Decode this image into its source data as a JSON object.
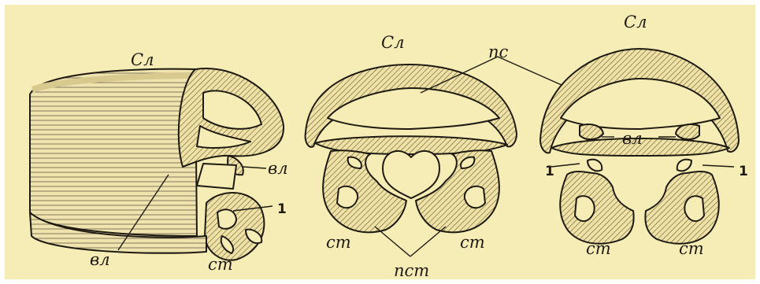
{
  "colors": {
    "paper": "#f6ecb5",
    "ink": "#1e1a12",
    "hatch": "#8a7d5c"
  },
  "figures": [
    {
      "id": "perspective-view",
      "labels": {
        "sl": "Сл",
        "vl_right": "вл",
        "vl_bottom": "вл",
        "one": "1",
        "st": "ст"
      }
    },
    {
      "id": "cross-section-closed",
      "labels": {
        "sl": "Сл",
        "ps": "пс",
        "st_left": "ст",
        "st_right": "ст",
        "pst": "пст"
      }
    },
    {
      "id": "cross-section-split",
      "labels": {
        "sl": "Сл",
        "vl": "вл",
        "one_left": "1",
        "one_right": "1",
        "st_left": "ст",
        "st_right": "ст"
      }
    }
  ]
}
